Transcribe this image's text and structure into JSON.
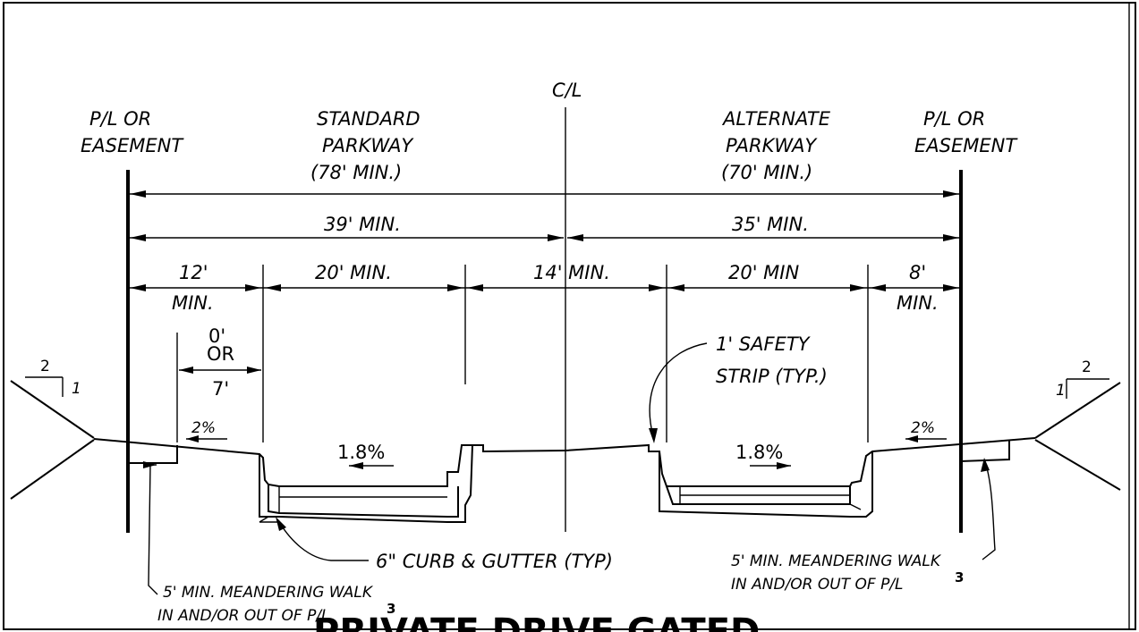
{
  "labels": {
    "centerline": "C/L",
    "left_boundary": [
      "P/L OR",
      "EASEMENT"
    ],
    "right_boundary": [
      "P/L OR",
      "EASEMENT"
    ],
    "standard_parkway": [
      "STANDARD",
      "PARKWAY",
      "(78' MIN.)"
    ],
    "alternate_parkway": [
      "ALTERNATE",
      "PARKWAY",
      "(70' MIN.)"
    ],
    "half_left": "39' MIN.",
    "half_right": "35' MIN.",
    "seg_left_walk": [
      "12'",
      "MIN."
    ],
    "seg_left_lane": "20' MIN.",
    "seg_median": "14' MIN.",
    "seg_right_lane": "20' MIN",
    "seg_right_walk": [
      "8'",
      "MIN."
    ],
    "walk_offset": [
      "0'",
      "OR",
      "7'"
    ],
    "safety_strip": [
      "1' SAFETY",
      "STRIP (TYP.)"
    ],
    "slope_left": "2%",
    "slope_right": "2%",
    "cross_slope_left": "1.8%",
    "cross_slope_right": "1.8%",
    "side_slope_left": [
      "2",
      "1"
    ],
    "side_slope_right": [
      "2",
      "1"
    ],
    "curb_gutter": "6\" CURB & GUTTER (TYP)",
    "walk_note_left": [
      "5' MIN. MEANDERING WALK",
      "IN AND/OR OUT OF P/L"
    ],
    "walk_note_right": [
      "5' MIN. MEANDERING WALK",
      "IN AND/OR OUT OF P/L"
    ],
    "footnote_ref": "3",
    "cut_title": "PRIVATE DRIVE GATED"
  }
}
